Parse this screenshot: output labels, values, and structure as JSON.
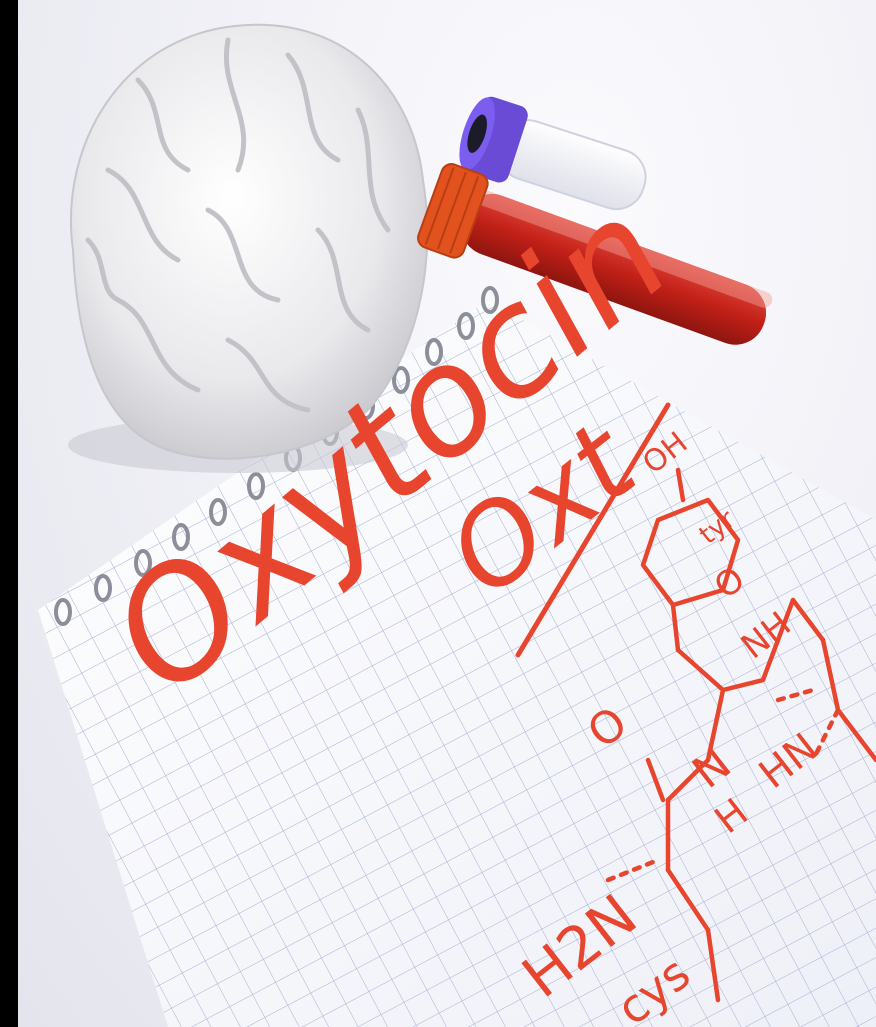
{
  "scene": {
    "description_free": true,
    "handwriting": {
      "word": "Oxytocin",
      "abbreviation": "Oxt",
      "hydroxyl": "OH",
      "tyr": "tyr",
      "nh": "NH",
      "hn": "HN",
      "o": "O",
      "n": "N",
      "h": "H",
      "h2n": "H2N",
      "cys": "cys"
    },
    "colors": {
      "background": "#f0f0f6",
      "ink": "#e8452f",
      "tube_blood": "#c9261f",
      "cap_purple": "#6a4bd6",
      "cap_orange": "#e1521e",
      "brain": "#ececec",
      "grid": "#9aa3c8"
    }
  }
}
